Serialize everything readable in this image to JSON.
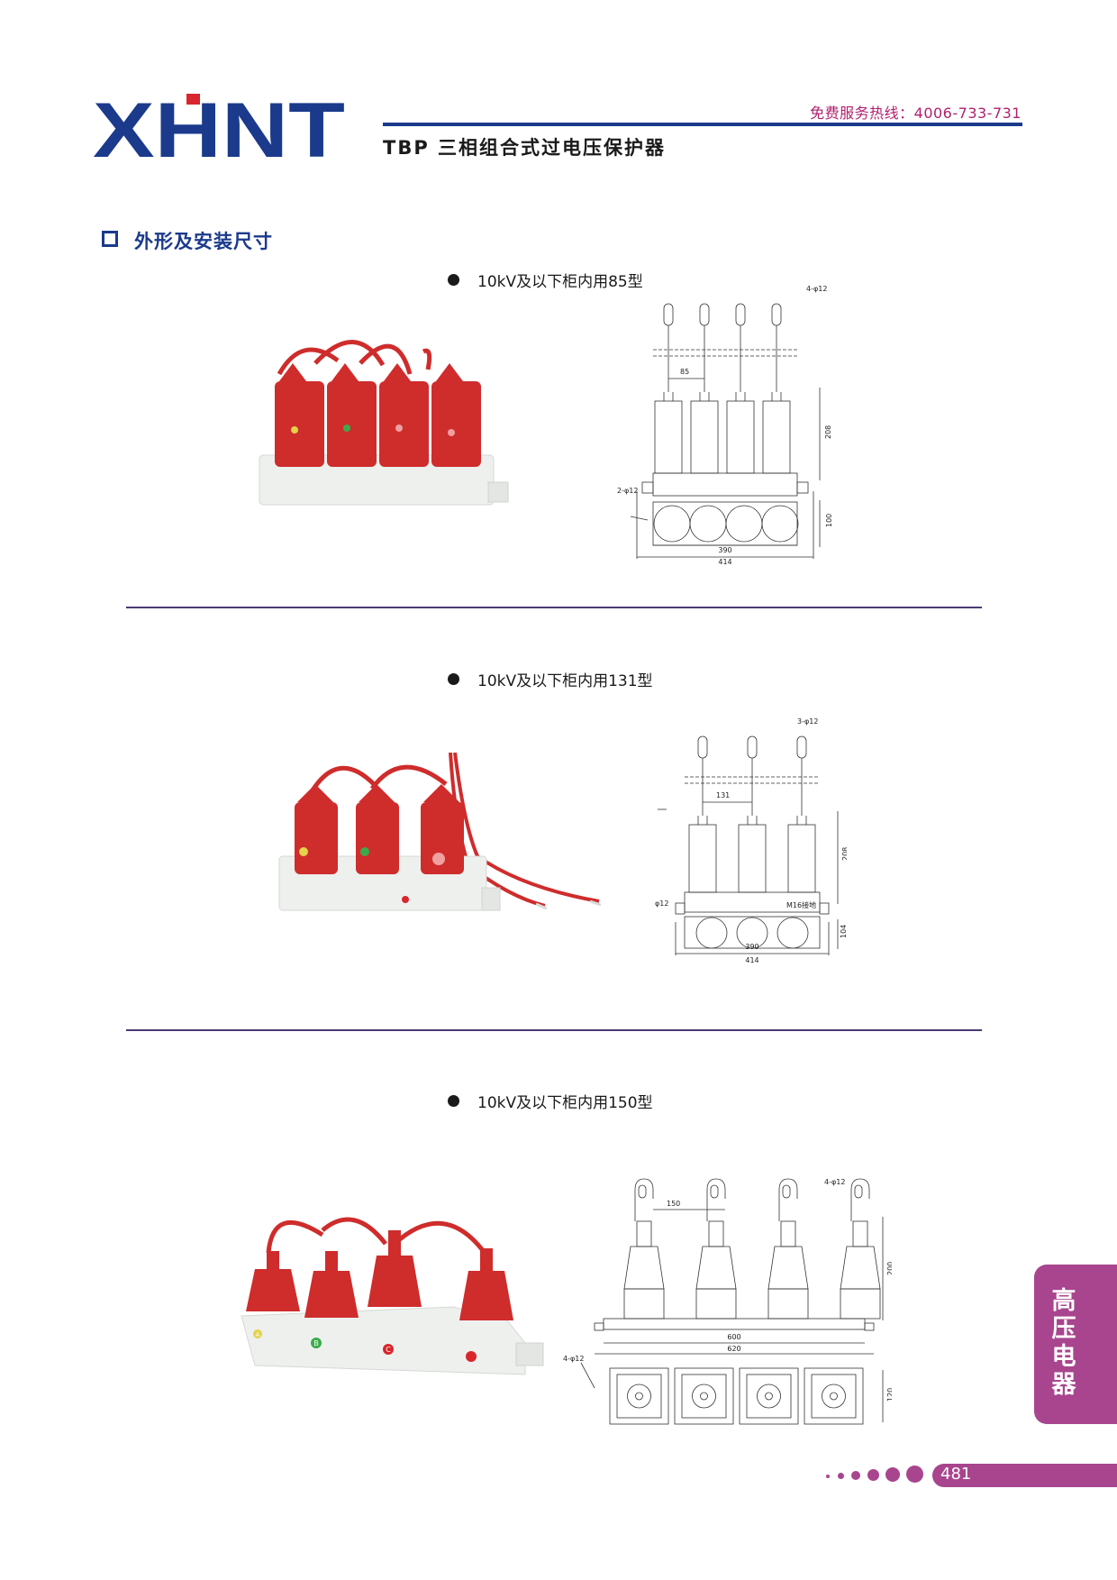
{
  "header": {
    "logo_text": "XHNT",
    "hotline": "免费服务热线：4006-733-731",
    "doc_title": "TBP 三相组合式过电压保护器"
  },
  "section": {
    "heading": "外形及安装尺寸"
  },
  "products": [
    {
      "caption": "10kV及以下柜内用85型",
      "dims": {
        "holes_top": "4-φ12",
        "pitch": "85",
        "height": "208",
        "holes_side": "2-φ12",
        "depth": "100",
        "inner_len": "390",
        "outer_len": "414"
      }
    },
    {
      "caption": "10kV及以下柜内用131型",
      "dims": {
        "holes_top": "3-φ12",
        "pitch": "131",
        "height": "208",
        "ground": "M16接地",
        "holes_side": "φ12",
        "depth": "104",
        "inner_len": "390",
        "outer_len": "414"
      }
    },
    {
      "caption": "10kV及以下柜内用150型",
      "dims": {
        "holes_top": "4-φ12",
        "pitch": "150",
        "height": "200",
        "inner_len": "600",
        "outer_len": "620",
        "holes_side": "4-φ12",
        "depth": "120"
      }
    }
  ],
  "phase_labels": [
    "A",
    "B",
    "C"
  ],
  "side_tab": {
    "text": "高压电器"
  },
  "footer": {
    "page_number": "481"
  },
  "colors": {
    "brand_blue": "#1b3a8c",
    "accent_magenta": "#a8458e",
    "arrester_red": "#cf2c2c",
    "base_white": "#eef0ee"
  }
}
